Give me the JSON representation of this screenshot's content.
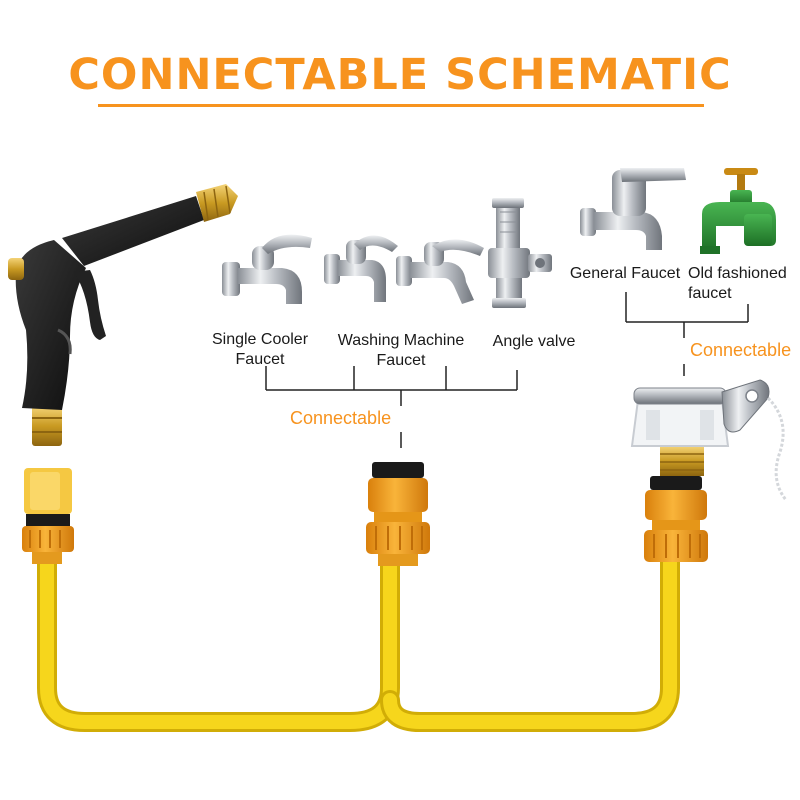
{
  "title": "CONNECTABLE SCHEMATIC",
  "colors": {
    "accent": "#f7931e",
    "hose": "#f5d10e",
    "connector": "#f6a21e",
    "gun": "#1c1c1c",
    "brass": "#d9a527",
    "chrome": "#c9ccd1",
    "old_faucet": "#2e9a3a"
  },
  "left_group": {
    "labels": {
      "single_cooler": "Single Cooler Faucet",
      "washing_machine": "Washing Machine Faucet",
      "angle_valve": "Angle valve"
    },
    "connectable": "Connectable"
  },
  "right_group": {
    "labels": {
      "general": "General Faucet",
      "old_fashioned": "Old fashioned faucet"
    },
    "connectable": "Connectable"
  },
  "icons": [
    "spray-gun-icon",
    "cooler-faucet-icon",
    "washing-machine-faucet-icon",
    "angle-valve-icon",
    "general-faucet-icon",
    "old-fashioned-faucet-icon",
    "faucet-adapter-icon",
    "quick-connector-icon",
    "hose-icon"
  ]
}
